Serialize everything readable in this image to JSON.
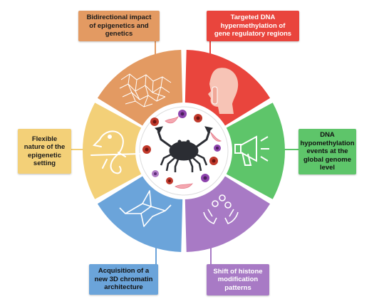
{
  "segments": {
    "bidirectional": {
      "label": "Bidirectional impact\nof epigenetics and\ngenetics",
      "color": "#e39a62",
      "icon": "dna-mesh-icon"
    },
    "targeted": {
      "label": "Targeted DNA\nhypermethylation of\ngene regulatory regions",
      "color": "#e9453d",
      "icon": "silence-gesture-icon"
    },
    "hypomethylation": {
      "label": "DNA\nhypomethylation\nevents at the\nglobal genome\nlevel",
      "color": "#5ec56a",
      "icon": "megaphone-icon"
    },
    "histone": {
      "label": "Shift of histone\nmodification\npatterns",
      "color": "#a87ac5",
      "icon": "juggling-hands-icon"
    },
    "acquisition": {
      "label": "Acquisition of a\nnew 3D chromatin\narchitecture",
      "color": "#6ba4da",
      "icon": "origami-crane-icon"
    },
    "flexible": {
      "label": "Flexible\nnature of the\nepigenetic\nsetting",
      "color": "#f3d078",
      "icon": "chameleon-icon"
    }
  },
  "center": {
    "icon": "crab-icon",
    "cell_icons": [
      "cancer-cell-icon",
      "fibroblast-icon",
      "immune-cell-icon"
    ]
  }
}
